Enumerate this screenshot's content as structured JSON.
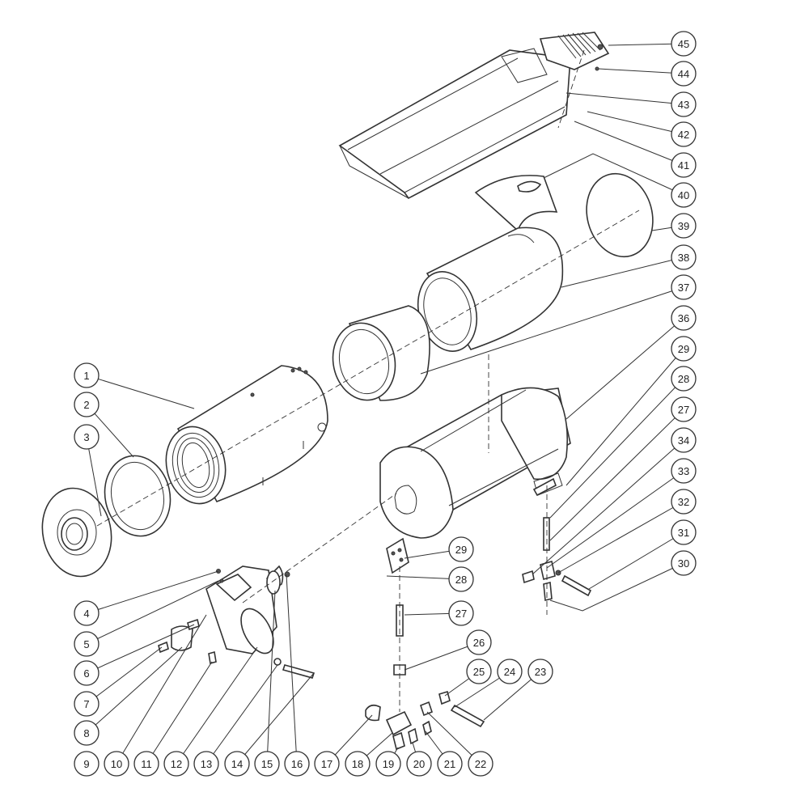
{
  "diagram": {
    "labels": [
      "1",
      "2",
      "3",
      "4",
      "5",
      "6",
      "7",
      "8",
      "9",
      "10",
      "11",
      "12",
      "13",
      "14",
      "15",
      "16",
      "17",
      "18",
      "19",
      "20",
      "21",
      "22",
      "23",
      "24",
      "25",
      "26",
      "27",
      "28",
      "29",
      "30",
      "31",
      "32",
      "33",
      "34",
      "27",
      "28",
      "29",
      "36",
      "37",
      "38",
      "39",
      "40",
      "41",
      "42",
      "43",
      "44",
      "45"
    ]
  }
}
